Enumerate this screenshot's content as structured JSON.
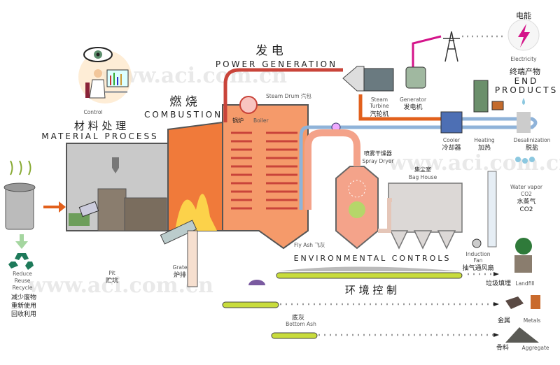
{
  "watermark": "www.aci.com.cn",
  "sections": {
    "power_generation": {
      "cn": "发 电",
      "en": "POWER GENERATION"
    },
    "end_products": {
      "cn": "终端产物",
      "en_line1": "END",
      "en_line2": "PRODUCTS"
    },
    "material_process": {
      "cn": "材 料 处 理",
      "en": "MATERIAL PROCESS"
    },
    "combustion": {
      "cn": "燃 烧",
      "en": "COMBUSTION"
    },
    "environmental_controls": {
      "cn": "环 境 控 制",
      "en": "ENVIRONMENTAL CONTROLS"
    }
  },
  "labels": {
    "electricity": {
      "cn": "电能",
      "en": "Electricity"
    },
    "control": "Control",
    "steam_drum": "Steam Drum 汽包",
    "boiler": {
      "cn": "锅炉",
      "en": "Boiler"
    },
    "steam_turbine": {
      "en1": "Steam",
      "en2": "Turbine",
      "cn": "汽轮机"
    },
    "generator": {
      "en": "Generator",
      "cn": "发电机"
    },
    "cooler": {
      "en": "Cooler",
      "cn": "冷却器"
    },
    "heating": {
      "en": "Heating",
      "cn": "加热"
    },
    "desalinization": {
      "en": "Desalinization",
      "cn": "脱盐"
    },
    "spray_dryer": {
      "cn": "喷雾干燥器",
      "en": "Spray Dryer"
    },
    "bag_house": {
      "cn": "集尘室",
      "en": "Bag House"
    },
    "water_vapor": {
      "en1": "Water vapor",
      "en2": "CO2",
      "cn": "水蒸气",
      "en3": "CO2"
    },
    "fly_ash": "Fly Ash 飞灰",
    "induction_fan": {
      "en1": "Induction",
      "en2": "Fan",
      "cn": "抽气通风扇"
    },
    "landfill": {
      "cn": "垃圾填埋",
      "en": "Landfill"
    },
    "metals": {
      "cn": "金属",
      "en": "Metals"
    },
    "aggregate": {
      "cn": "骨料",
      "en": "Aggregate"
    },
    "bottom_ash": {
      "cn": "底灰",
      "en": "Bottom Ash"
    },
    "pit": {
      "en": "Pit",
      "cn": "贮坑"
    },
    "grate": {
      "en": "Grate",
      "cn": "炉排"
    },
    "recycle": {
      "en1": "Reduce",
      "en2": "Reuse",
      "en3": "Recycle",
      "cn1": "减少废物",
      "cn2": "重新使用",
      "cn3": "回收利用"
    }
  },
  "colors": {
    "furnace": "#f07a3a",
    "boiler": "#f59a6a",
    "pipe_hot": "#c9443a",
    "pipe_cool": "#8fb3d9",
    "conveyor": "#c8dc3c",
    "recycle": "#1e7a5a",
    "electric": "#d4148a"
  }
}
